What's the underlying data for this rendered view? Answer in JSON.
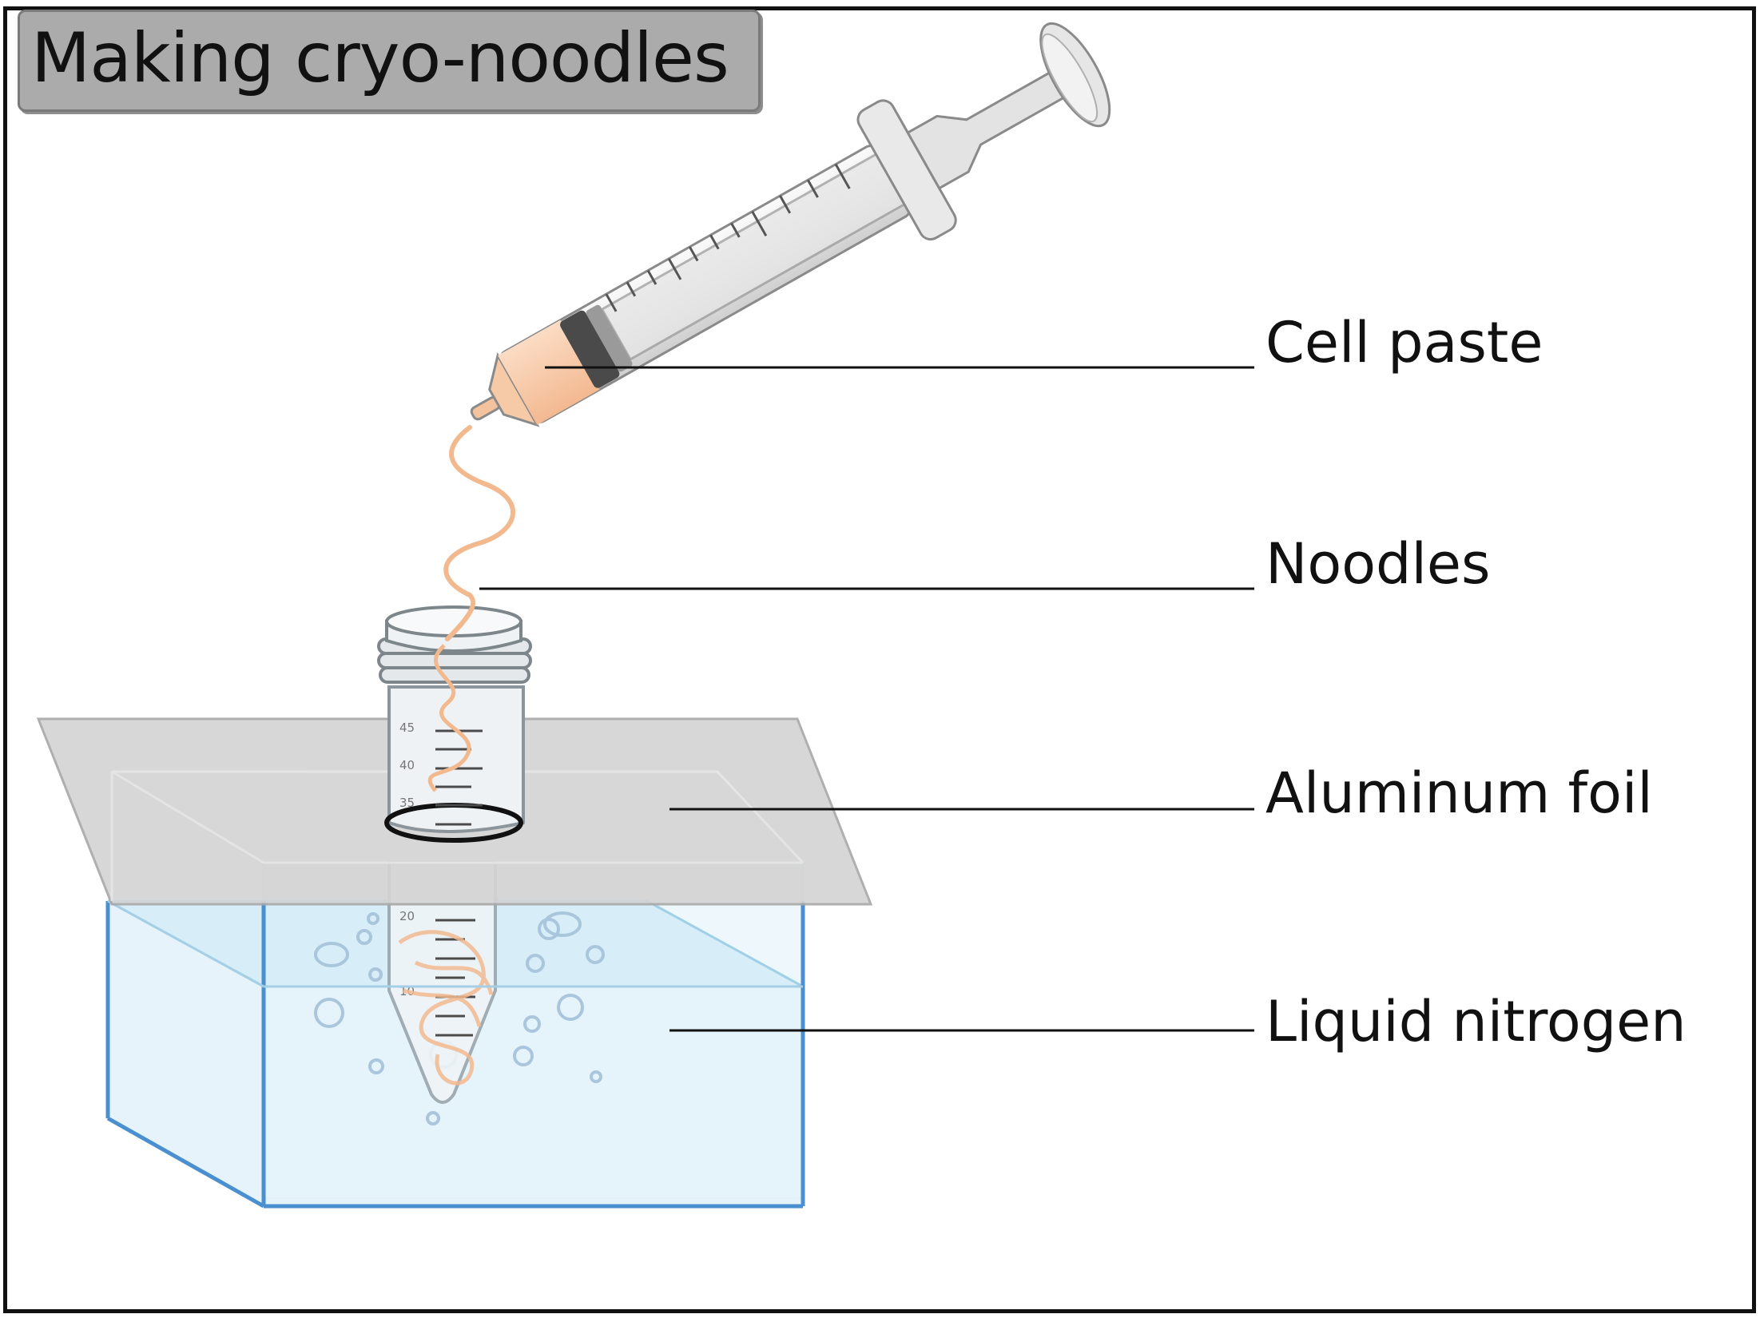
{
  "title": "Making cryo-noodles",
  "labels": {
    "cell_paste": "Cell paste",
    "noodles": "Noodles",
    "aluminum_foil": "Aluminum foil",
    "liquid_nitrogen": "Liquid nitrogen"
  },
  "tube": {
    "graduations": [
      "45",
      "40",
      "35",
      "20",
      "10"
    ]
  },
  "colors": {
    "cell_paste": "#f6c7a3",
    "noodle": "#f2b98f",
    "foil": "#d3d3d3",
    "nitrogen": "#dff1f8",
    "container_edge": "#4a8fcf"
  }
}
